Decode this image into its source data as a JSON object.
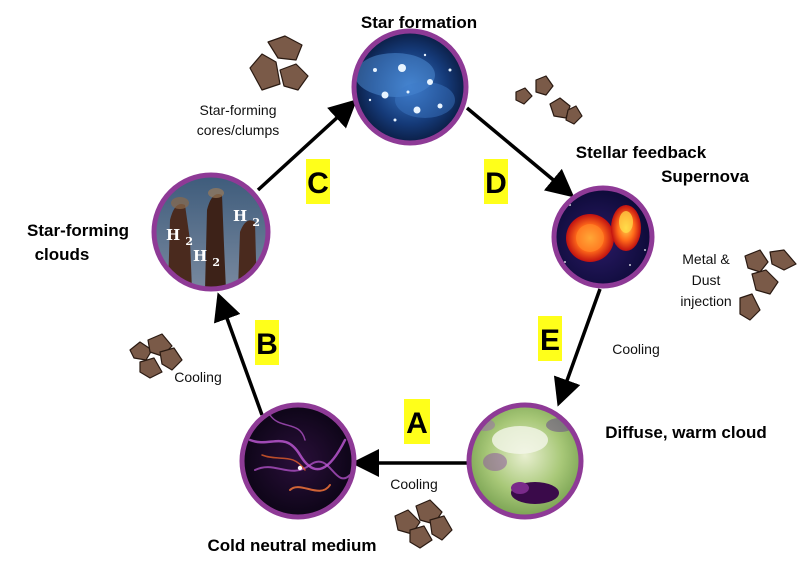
{
  "nodes": {
    "star_formation": {
      "title": "Star formation"
    },
    "stellar_feedback": {
      "title_line1": "Stellar feedback",
      "title_line2": "Supernova"
    },
    "diffuse_cloud": {
      "title": "Diffuse, warm cloud"
    },
    "cold_neutral": {
      "title": "Cold neutral medium"
    },
    "star_forming_clouds": {
      "title_line1": "Star-forming",
      "title_line2": "clouds",
      "h2_labels": [
        "H2",
        "H2",
        "H2"
      ]
    }
  },
  "stages": {
    "A": "A",
    "B": "B",
    "C": "C",
    "D": "D",
    "E": "E"
  },
  "annotations": {
    "cores_line1": "Star-forming",
    "cores_line2": "cores/clumps",
    "metal_line1": "Metal &",
    "metal_line2": "Dust",
    "metal_line3": "injection",
    "cooling_e": "Cooling",
    "cooling_a": "Cooling",
    "cooling_b": "Cooling"
  },
  "colors": {
    "node_border": "#8e3a96",
    "stage_highlight": "#ffff1a",
    "arrow": "#000000",
    "dust": "#7a5a48"
  }
}
